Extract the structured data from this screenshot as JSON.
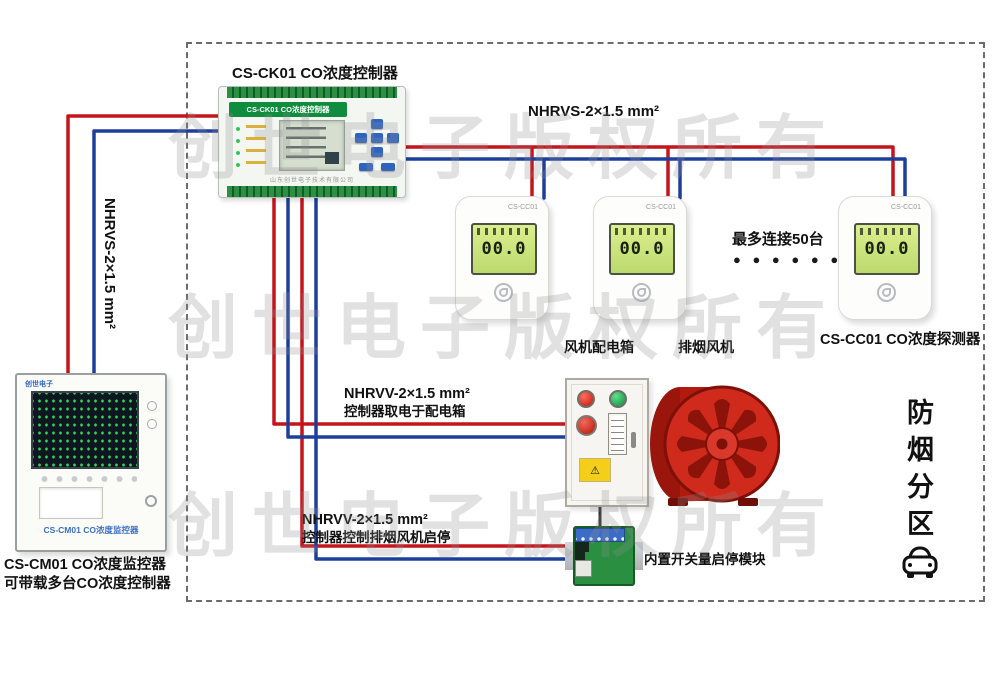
{
  "watermark": {
    "text": "创世电子版权所有"
  },
  "cables": {
    "top_bus": "NHRVS-2×1.5 mm²",
    "left_bus": "NHRVS-2×1.5 mm²",
    "power_line1": "NHRVV-2×1.5 mm²",
    "power_line2": "控制器取电于配电箱",
    "control_line1": "NHRVV-2×1.5 mm²",
    "control_line2": "控制器控制排烟风机启停",
    "wire_red": "#c4151c",
    "wire_blue": "#1e3e9c"
  },
  "controller": {
    "caption": "CS-CK01 CO浓度控制器",
    "panel_title": "CS-CK01 CO浓度控制器",
    "footer": "山东创世电子技术有限公司"
  },
  "detectors": {
    "model": "CS-CC01",
    "reading": "00.0",
    "caption": "CS-CC01 CO浓度探测器",
    "max_connect": "最多连接50台",
    "dots": "● ● ● ● ● ●"
  },
  "monitor": {
    "brand": "创世电子",
    "panel_label": "CS-CM01 CO浓度监控器",
    "caption_line1": "CS-CM01 CO浓度监控器",
    "caption_line2": "可带载多台CO浓度控制器"
  },
  "equipment": {
    "fan_box_label": "风机配电箱",
    "fan_label": "排烟风机",
    "module_label": "内置开关量启停模块"
  },
  "zone": {
    "label": "防烟分区"
  },
  "icons": {
    "warning": "⚠"
  }
}
